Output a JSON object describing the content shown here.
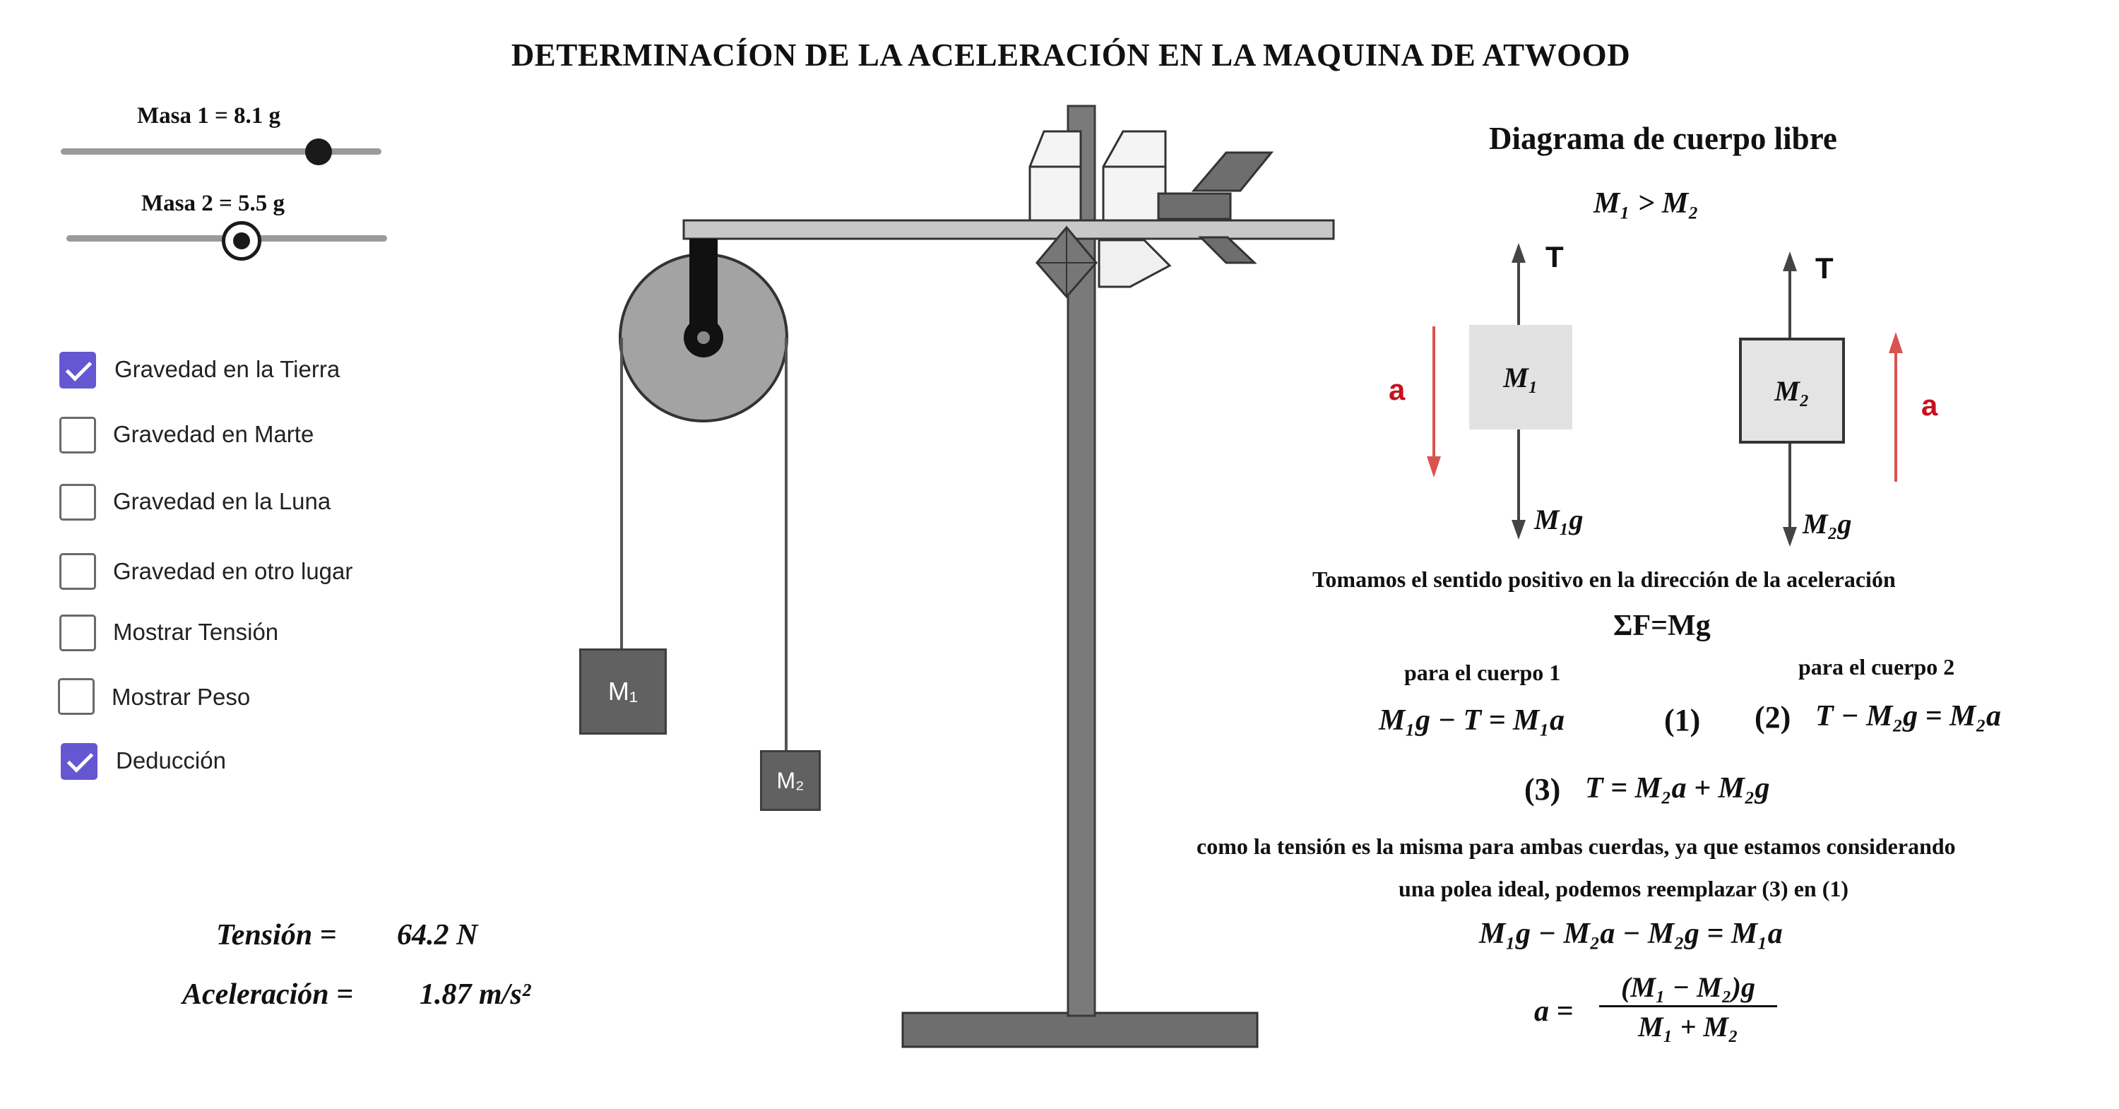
{
  "title": "DETERMINACÍON DE LA  ACELERACIÓN EN LA MAQUINA DE ATWOOD",
  "sliders": [
    {
      "label": "Masa 1 = 8.1 g",
      "fraction": 0.79
    },
    {
      "label": "Masa 2 = 5.5 g",
      "fraction": 0.55
    }
  ],
  "checkboxes": [
    {
      "label": "Gravedad en la Tierra",
      "checked": true
    },
    {
      "label": "Gravedad en Marte",
      "checked": false
    },
    {
      "label": "Gravedad en la Luna",
      "checked": false
    },
    {
      "label": "Gravedad en otro lugar",
      "checked": false
    },
    {
      "label": "Mostrar Tensión",
      "checked": false
    },
    {
      "label": "Mostrar Peso",
      "checked": false
    },
    {
      "label": "Deducción",
      "checked": true
    }
  ],
  "results": {
    "tension_label": "Tensión =",
    "tension_value": "64.2 N",
    "accel_label": "Aceleración =",
    "accel_value": "1.87 m/s²"
  },
  "apparatus": {
    "mass1_label": "M₁",
    "mass2_label": "M₂"
  },
  "diagram": {
    "title": "Diagrama de cuerpo libre",
    "condition": "M₁ > M₂",
    "body1_label": "M₁",
    "body2_label": "M₂",
    "tension_label": "T",
    "weight1_label": "M₁g",
    "weight2_label": "M₂g",
    "accel_label": "a"
  },
  "deduction": {
    "sign_note": "Tomamos el sentido positivo en la dirección de la aceleración",
    "newton": "ΣF=Mg",
    "body1_heading": "para el cuerpo 1",
    "body2_heading": "para el cuerpo 2",
    "eq1": "M₁g − T = M₁a",
    "eq1_num": "(1)",
    "eq2_num": "(2)",
    "eq2": "T − M₂g = M₂a",
    "eq3_num": "(3)",
    "eq3": "T = M₂a + M₂g",
    "explain_line1": "como la tensión es la misma para ambas cuerdas, ya que estamos considerando",
    "explain_line2": "una polea ideal, podemos reemplazar (3) en (1)",
    "eq4": "M₁g − M₂a − M₂g = M₁a",
    "final_lhs": "a =",
    "final_num": "(M₁ − M₂)g",
    "final_den": "M₁ + M₂"
  },
  "colors": {
    "accent": "#6557d2",
    "arrow_red": "#c8101e",
    "mass_gray": "#616161"
  }
}
